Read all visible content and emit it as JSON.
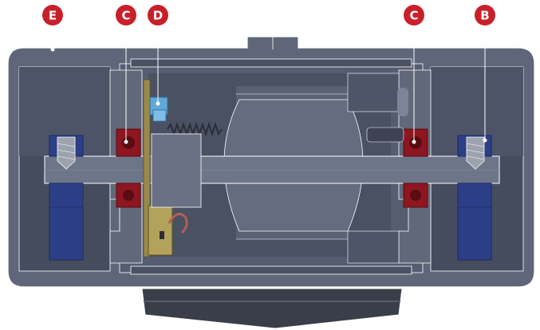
{
  "diagram": {
    "callouts": [
      {
        "id": "E",
        "label": "E"
      },
      {
        "id": "C1",
        "label": "C"
      },
      {
        "id": "D",
        "label": "D"
      },
      {
        "id": "C2",
        "label": "C"
      },
      {
        "id": "B",
        "label": "B"
      }
    ],
    "colors": {
      "housing": "#5f6679",
      "housing_edge": "#ffffff",
      "cavity": "#4a5163",
      "cavity_dark": "#3d4354",
      "shaft": "#6d7588",
      "bearing": "#8e1620",
      "bearing_dark": "#5a0c12",
      "magnet": "#2c3f86",
      "magnet_dark": "#1c2a63",
      "pcb": "#9a8a4a",
      "sensor": "#5fa8d8",
      "spring": "#2a2e38",
      "cable": "#b06050",
      "base": "#3a3e48",
      "callout": "#c8202a"
    }
  }
}
